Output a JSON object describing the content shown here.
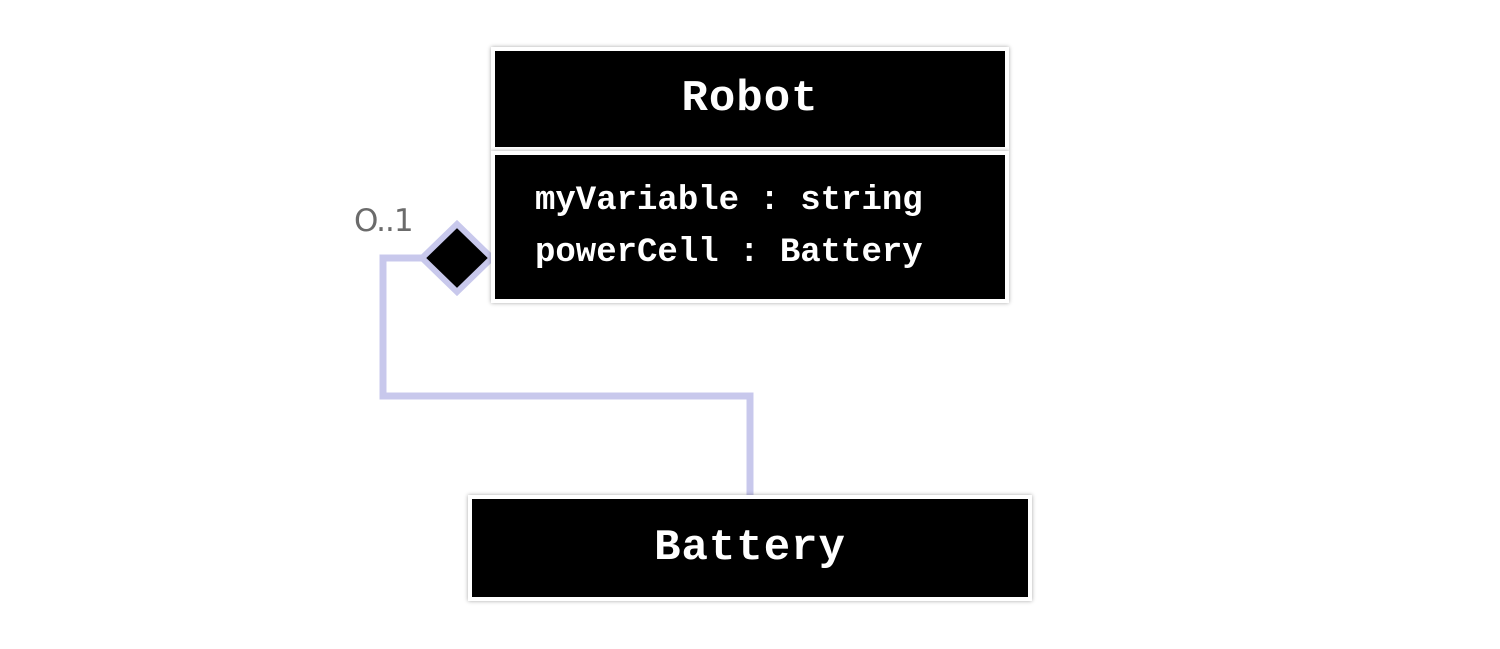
{
  "diagram": {
    "robot": {
      "name": "Robot",
      "attributes": [
        "myVariable : string",
        "powerCell : Battery"
      ]
    },
    "battery": {
      "name": "Battery"
    },
    "association": {
      "type": "composition",
      "multiplicity": "O..1",
      "line_color": "#c8c8ec"
    }
  }
}
